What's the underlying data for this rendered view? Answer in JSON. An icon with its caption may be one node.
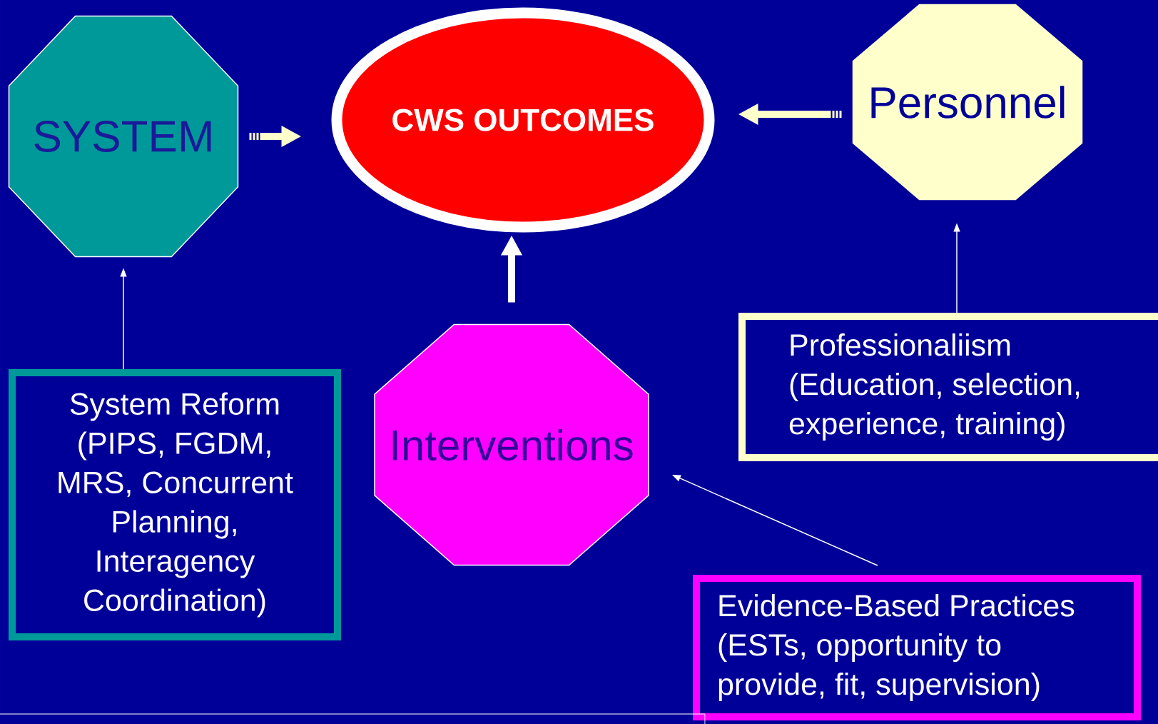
{
  "diagram": {
    "nodes": [
      {
        "text": [
          "SYSTEM"
        ]
      },
      {
        "text": [
          "CWS OUTCOMES"
        ]
      },
      {
        "text": [
          "Personnel"
        ]
      },
      {
        "text": [
          "Interventions"
        ]
      },
      {
        "text": [
          "System Reform (PIPS, FGDM, MRS, Concurrent Planning, Interagency Coordination)"
        ]
      },
      {
        "text": [
          "Professionaliism (Education, selection, experience, training)"
        ]
      },
      {
        "text": [
          "Evidence-Based Practices (ESTs, opportunity to provide, fit, supervision)"
        ]
      }
    ],
    "edges": [
      {
        "from": 0,
        "to": 1,
        "arrow": "to",
        "style": "thick",
        "color": "#ffffcc"
      },
      {
        "from": 2,
        "to": 1,
        "arrow": "to",
        "style": "thick",
        "color": "#ffffcc"
      },
      {
        "from": 3,
        "to": 1,
        "arrow": "to",
        "style": "thick"
      },
      {
        "from": 4,
        "to": 0,
        "arrow": "to"
      },
      {
        "from": 5,
        "to": 2,
        "arrow": "to"
      },
      {
        "from": 6,
        "to": 3,
        "arrow": "to"
      }
    ]
  }
}
